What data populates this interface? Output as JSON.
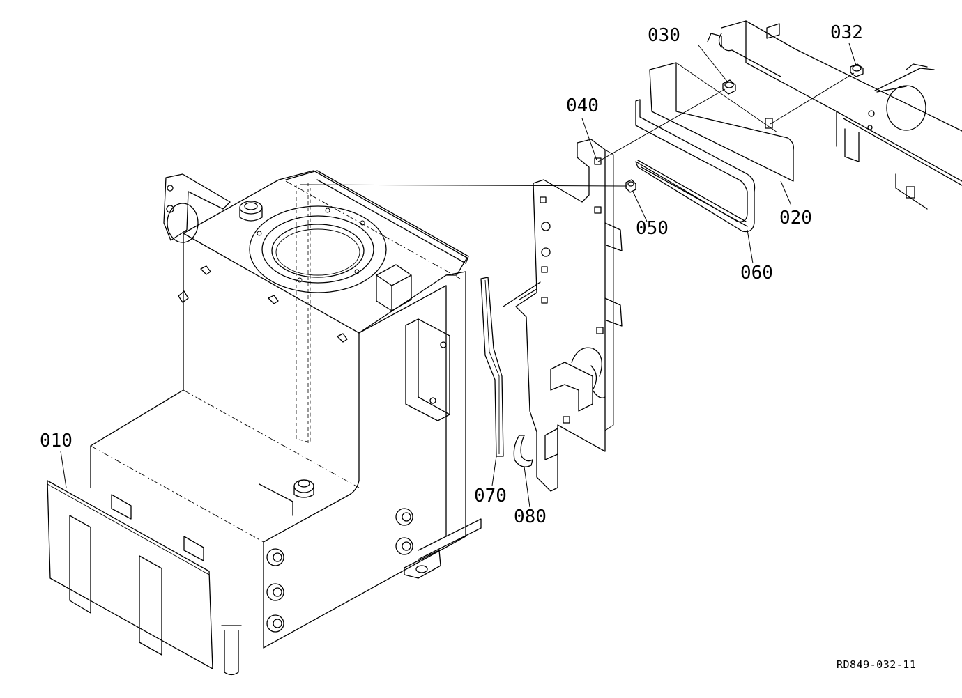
{
  "callouts": {
    "p010": "010",
    "p020": "020",
    "p030": "030",
    "p032": "032",
    "p040": "040",
    "p050": "050",
    "p060": "060",
    "p070": "070",
    "p080": "080"
  },
  "drawing_id": "RD849-032-11"
}
